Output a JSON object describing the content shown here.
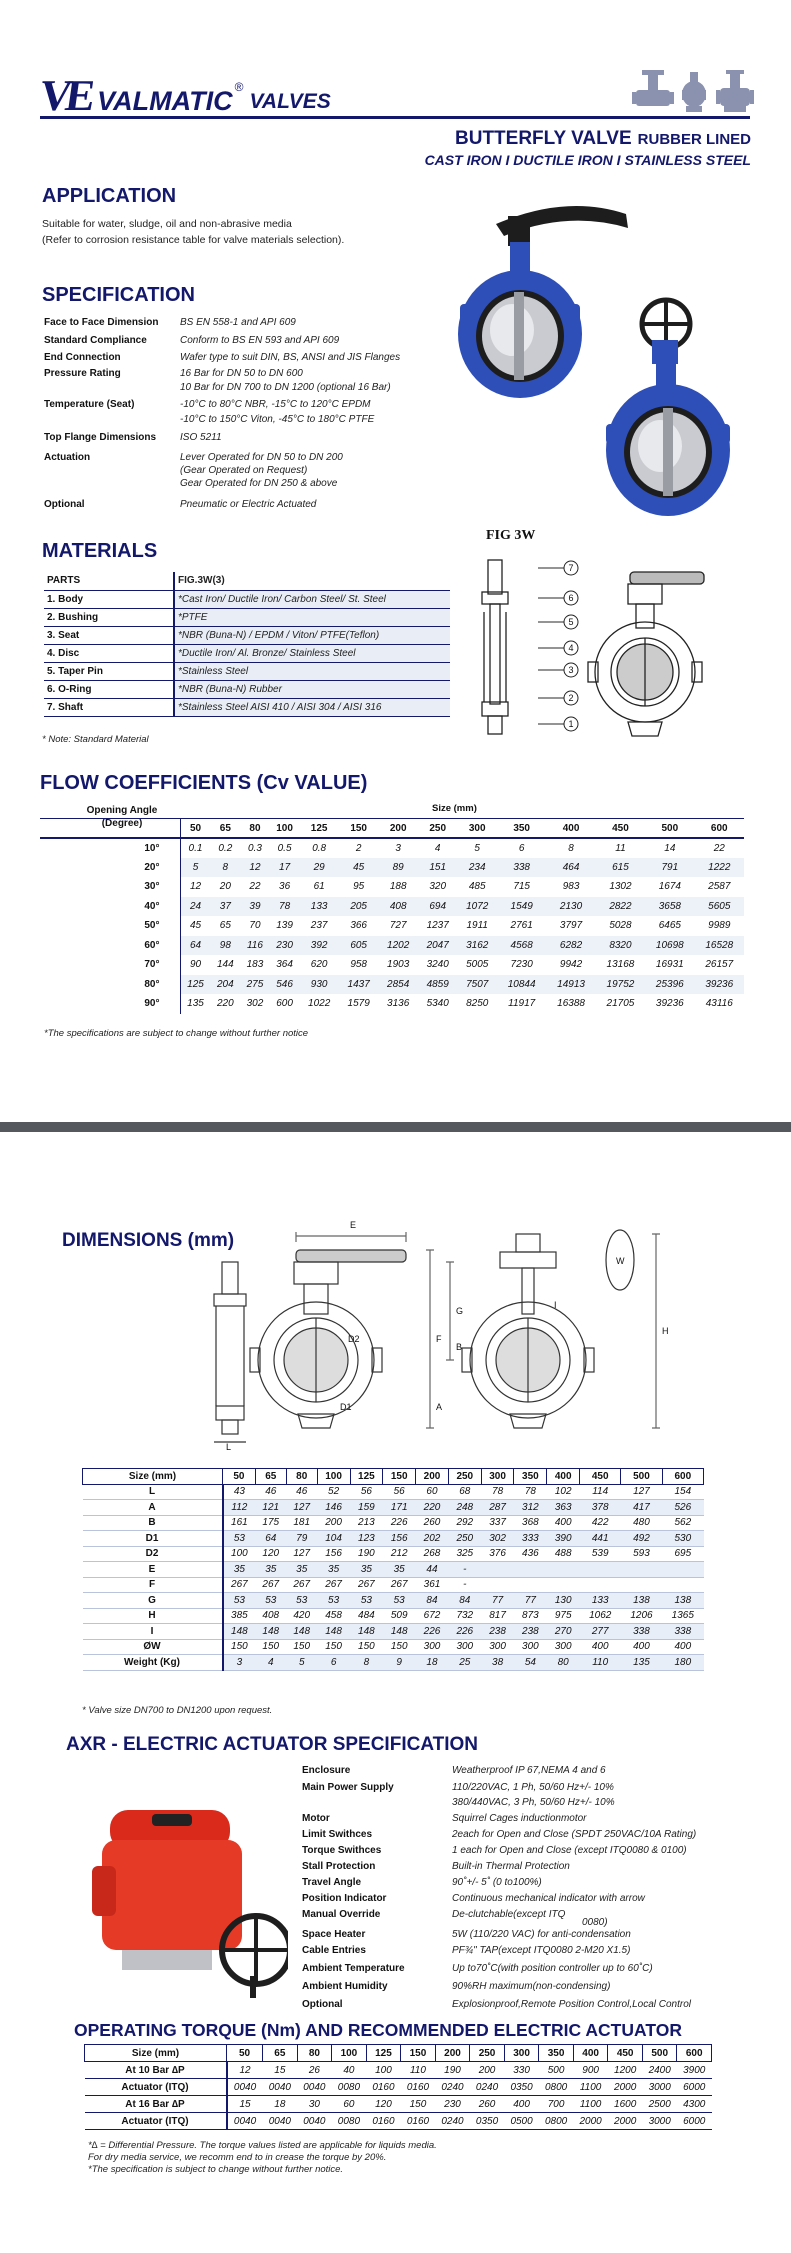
{
  "brand": {
    "mark": "VE",
    "name": "VALMATIC",
    "reg": "®",
    "suffix": "VALVES"
  },
  "product": {
    "title": "BUTTERFLY VALVE",
    "title_small": "RUBBER LINED",
    "subtitle": "CAST IRON I DUCTILE IRON I STAINLESS STEEL"
  },
  "application": {
    "heading": "APPLICATION",
    "lines": [
      "Suitable for water, sludge, oil and non-abrasive media",
      "(Refer to corrosion resistance table for valve materials selection)."
    ]
  },
  "specification": {
    "heading": "SPECIFICATION",
    "rows": [
      {
        "k": "Face to Face Dimension",
        "v": [
          "BS EN 558-1 and API 609"
        ]
      },
      {
        "k": "Standard Compliance",
        "v": [
          "Conform to BS EN 593 and API 609"
        ]
      },
      {
        "k": "End Connection",
        "v": [
          "Wafer type to suit DIN, BS, ANSI and JIS Flanges"
        ]
      },
      {
        "k": "Pressure Rating",
        "v": [
          "16 Bar for DN 50 to DN 600",
          "10 Bar for DN 700 to DN 1200 (optional 16 Bar)"
        ]
      },
      {
        "k": "Temperature (Seat)",
        "v": [
          "-10°C to 80°C NBR, -15°C to 120°C EPDM",
          "-10°C to 150°C Viton, -45°C to 180°C PTFE"
        ]
      },
      {
        "k": "Top Flange Dimensions",
        "v": [
          "ISO 5211"
        ]
      },
      {
        "k": "Actuation",
        "v": [
          "Lever Operated for DN 50 to DN 200",
          "(Gear Operated on Request)",
          "Gear Operated for DN 250 & above"
        ]
      },
      {
        "k": "Optional",
        "v": [
          "Pneumatic or Electric Actuated"
        ]
      }
    ]
  },
  "figure_label": "FIG 3W",
  "materials": {
    "heading": "MATERIALS",
    "col_parts": "PARTS",
    "col_fig": "FIG.3W(3)",
    "rows": [
      {
        "k": "1. Body",
        "v": "*Cast Iron/ Ductile Iron/ Carbon Steel/ St. Steel"
      },
      {
        "k": "2. Bushing",
        "v": "*PTFE"
      },
      {
        "k": "3. Seat",
        "v": "*NBR (Buna-N) / EPDM / Viton/ PTFE(Teflon)"
      },
      {
        "k": "4. Disc",
        "v": "*Ductile Iron/ Al. Bronze/ Stainless Steel"
      },
      {
        "k": "5. Taper Pin",
        "v": "*Stainless Steel"
      },
      {
        "k": "6. O-Ring",
        "v": "*NBR (Buna-N) Rubber"
      },
      {
        "k": "7. Shaft",
        "v": "*Stainless Steel AISI 410 / AISI 304 / AISI 316"
      }
    ],
    "note": "* Note: Standard Material",
    "callouts": [
      "7",
      "6",
      "5",
      "4",
      "3",
      "2",
      "1"
    ]
  },
  "flow": {
    "heading": "FLOW COEFFICIENTS (Cv VALUE)",
    "angle_label_1": "Opening Angle",
    "angle_label_2": "(Degree)",
    "size_label": "Size (mm)",
    "sizes": [
      "50",
      "65",
      "80",
      "100",
      "125",
      "150",
      "200",
      "250",
      "300",
      "350",
      "400",
      "450",
      "500",
      "600"
    ],
    "rows": [
      {
        "angle": "10°",
        "vals": [
          "0.1",
          "0.2",
          "0.3",
          "0.5",
          "0.8",
          "2",
          "3",
          "4",
          "5",
          "6",
          "8",
          "11",
          "14",
          "22"
        ]
      },
      {
        "angle": "20°",
        "vals": [
          "5",
          "8",
          "12",
          "17",
          "29",
          "45",
          "89",
          "151",
          "234",
          "338",
          "464",
          "615",
          "791",
          "1222"
        ]
      },
      {
        "angle": "30°",
        "vals": [
          "12",
          "20",
          "22",
          "36",
          "61",
          "95",
          "188",
          "320",
          "485",
          "715",
          "983",
          "1302",
          "1674",
          "2587"
        ]
      },
      {
        "angle": "40°",
        "vals": [
          "24",
          "37",
          "39",
          "78",
          "133",
          "205",
          "408",
          "694",
          "1072",
          "1549",
          "2130",
          "2822",
          "3658",
          "5605"
        ]
      },
      {
        "angle": "50°",
        "vals": [
          "45",
          "65",
          "70",
          "139",
          "237",
          "366",
          "727",
          "1237",
          "1911",
          "2761",
          "3797",
          "5028",
          "6465",
          "9989"
        ]
      },
      {
        "angle": "60°",
        "vals": [
          "64",
          "98",
          "116",
          "230",
          "392",
          "605",
          "1202",
          "2047",
          "3162",
          "4568",
          "6282",
          "8320",
          "10698",
          "16528"
        ]
      },
      {
        "angle": "70°",
        "vals": [
          "90",
          "144",
          "183",
          "364",
          "620",
          "958",
          "1903",
          "3240",
          "5005",
          "7230",
          "9942",
          "13168",
          "16931",
          "26157"
        ]
      },
      {
        "angle": "80°",
        "vals": [
          "125",
          "204",
          "275",
          "546",
          "930",
          "1437",
          "2854",
          "4859",
          "7507",
          "10844",
          "14913",
          "19752",
          "25396",
          "39236"
        ]
      },
      {
        "angle": "90°",
        "vals": [
          "135",
          "220",
          "302",
          "600",
          "1022",
          "1579",
          "3136",
          "5340",
          "8250",
          "11917",
          "16388",
          "21705",
          "39236",
          "43116"
        ]
      }
    ],
    "note": "*The specifications are subject to change without further notice"
  },
  "dimensions": {
    "heading": "DIMENSIONS (mm)",
    "size_label": "Size (mm)",
    "sizes": [
      "50",
      "65",
      "80",
      "100",
      "125",
      "150",
      "200",
      "250",
      "300",
      "350",
      "400",
      "450",
      "500",
      "600"
    ],
    "rows": [
      {
        "k": "L",
        "vals": [
          "43",
          "46",
          "46",
          "52",
          "56",
          "56",
          "60",
          "68",
          "78",
          "78",
          "102",
          "114",
          "127",
          "154"
        ]
      },
      {
        "k": "A",
        "vals": [
          "112",
          "121",
          "127",
          "146",
          "159",
          "171",
          "220",
          "248",
          "287",
          "312",
          "363",
          "378",
          "417",
          "526"
        ]
      },
      {
        "k": "B",
        "vals": [
          "161",
          "175",
          "181",
          "200",
          "213",
          "226",
          "260",
          "292",
          "337",
          "368",
          "400",
          "422",
          "480",
          "562"
        ]
      },
      {
        "k": "D1",
        "vals": [
          "53",
          "64",
          "79",
          "104",
          "123",
          "156",
          "202",
          "250",
          "302",
          "333",
          "390",
          "441",
          "492",
          "530"
        ]
      },
      {
        "k": "D2",
        "vals": [
          "100",
          "120",
          "127",
          "156",
          "190",
          "212",
          "268",
          "325",
          "376",
          "436",
          "488",
          "539",
          "593",
          "695"
        ]
      },
      {
        "k": "E",
        "vals": [
          "35",
          "35",
          "35",
          "35",
          "35",
          "35",
          "44",
          "-",
          "",
          "",
          "",
          "",
          "",
          ""
        ]
      },
      {
        "k": "F",
        "vals": [
          "267",
          "267",
          "267",
          "267",
          "267",
          "267",
          "361",
          "-",
          "",
          "",
          "",
          "",
          "",
          ""
        ]
      },
      {
        "k": "G",
        "vals": [
          "53",
          "53",
          "53",
          "53",
          "53",
          "53",
          "84",
          "84",
          "77",
          "77",
          "130",
          "133",
          "138",
          "138"
        ]
      },
      {
        "k": "H",
        "vals": [
          "385",
          "408",
          "420",
          "458",
          "484",
          "509",
          "672",
          "732",
          "817",
          "873",
          "975",
          "1062",
          "1206",
          "1365"
        ]
      },
      {
        "k": "I",
        "vals": [
          "148",
          "148",
          "148",
          "148",
          "148",
          "148",
          "226",
          "226",
          "238",
          "238",
          "270",
          "277",
          "338",
          "338"
        ]
      },
      {
        "k": "ØW",
        "vals": [
          "150",
          "150",
          "150",
          "150",
          "150",
          "150",
          "300",
          "300",
          "300",
          "300",
          "300",
          "400",
          "400",
          "400"
        ]
      },
      {
        "k": "Weight (Kg)",
        "vals": [
          "3",
          "4",
          "5",
          "6",
          "8",
          "9",
          "18",
          "25",
          "38",
          "54",
          "80",
          "110",
          "135",
          "180"
        ]
      }
    ],
    "note": "* Valve size DN700 to DN1200 upon request.",
    "draw_labels": [
      "E",
      "F",
      "G",
      "H",
      "I",
      "L",
      "A",
      "B",
      "D1",
      "D2",
      "W"
    ]
  },
  "axr": {
    "heading": "AXR - ELECTRIC ACTUATOR SPECIFICATION",
    "rows": [
      {
        "k": "Enclosure",
        "v": [
          "Weatherproof IP 67,NEMA 4 and 6"
        ]
      },
      {
        "k": "Main Power Supply",
        "v": [
          "110/220VAC, 1 Ph, 50/60 Hz+/- 10%",
          "380/440VAC, 3 Ph, 50/60 Hz+/- 10%"
        ]
      },
      {
        "k": "Motor",
        "v": [
          "Squirrel Cages inductionmotor"
        ]
      },
      {
        "k": "Limit Swithces",
        "v": [
          "2each for Open and Close (SPDT 250VAC/10A Rating)"
        ]
      },
      {
        "k": "Torque Swithces",
        "v": [
          "1 each for Open and Close (except ITQ0080 & 0100)"
        ]
      },
      {
        "k": "Stall Protection",
        "v": [
          "Built-in Thermal Protection"
        ]
      },
      {
        "k": "Travel Angle",
        "v": [
          "90˚+/- 5˚ (0 to100%)"
        ]
      },
      {
        "k": "Position Indicator",
        "v": [
          "Continuous mechanical indicator with arrow"
        ]
      },
      {
        "k": "Manual Override",
        "v": [
          "De-clutchable(except ITQ",
          "0080)"
        ]
      },
      {
        "k": "Space Heater",
        "v": [
          "5W (110/220 VAC) for anti-condensation"
        ]
      },
      {
        "k": "Cable Entries",
        "v": [
          "PF¾\" TAP(except ITQ0080 2-M20 X1.5)"
        ]
      },
      {
        "k": "Ambient Temperature",
        "v": [
          "Up to70˚C(with position controller up to 60˚C)"
        ]
      },
      {
        "k": "Ambient Humidity",
        "v": [
          "90%RH maximum(non-condensing)"
        ]
      },
      {
        "k": "Optional",
        "v": [
          "Explosionproof,Remote Position Control,Local Control"
        ]
      }
    ]
  },
  "torque": {
    "heading": "OPERATING TORQUE (Nm) AND RECOMMENDED ELECTRIC ACTUATOR",
    "size_label": "Size (mm)",
    "sizes": [
      "50",
      "65",
      "80",
      "100",
      "125",
      "150",
      "200",
      "250",
      "300",
      "350",
      "400",
      "450",
      "500",
      "600"
    ],
    "rows": [
      {
        "k": "At 10 Bar ∆P",
        "vals": [
          "12",
          "15",
          "26",
          "40",
          "100",
          "110",
          "190",
          "200",
          "330",
          "500",
          "900",
          "1200",
          "2400",
          "3900"
        ]
      },
      {
        "k": "Actuator (ITQ)",
        "vals": [
          "0040",
          "0040",
          "0040",
          "0080",
          "0160",
          "0160",
          "0240",
          "0240",
          "0350",
          "0800",
          "1100",
          "2000",
          "3000",
          "6000"
        ]
      },
      {
        "k": "At 16 Bar ∆P",
        "vals": [
          "15",
          "18",
          "30",
          "60",
          "120",
          "150",
          "230",
          "260",
          "400",
          "700",
          "1100",
          "1600",
          "2500",
          "4300"
        ]
      },
      {
        "k": "Actuator (ITQ)",
        "vals": [
          "0040",
          "0040",
          "0040",
          "0080",
          "0160",
          "0160",
          "0240",
          "0350",
          "0500",
          "0800",
          "2000",
          "2000",
          "3000",
          "6000"
        ]
      }
    ],
    "notes": [
      "*∆ = Differential Pressure. The torque values listed are applicable for liquids media.",
      "For dry media service, we recomm end to in crease the torque by 20%.",
      "*The specification is subject to change without further notice."
    ]
  }
}
